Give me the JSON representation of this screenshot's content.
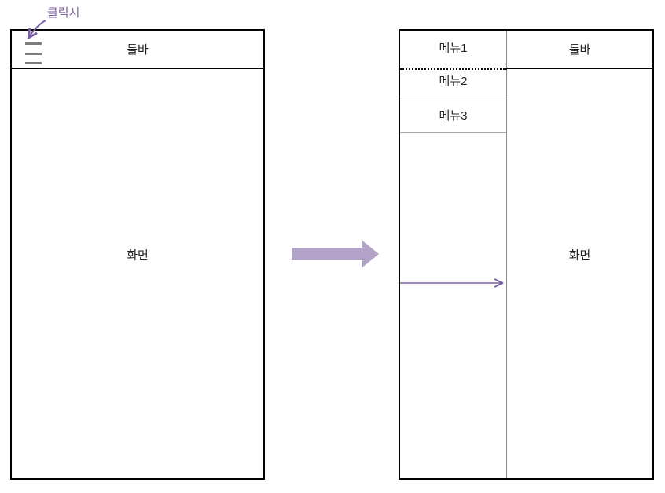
{
  "annotation": {
    "label": "클릭시",
    "arrow_icon": "curved-arrow-down-left"
  },
  "transition": {
    "arrow_icon": "right-block-arrow"
  },
  "before_panel": {
    "toolbar": {
      "menu_icon": "hamburger-menu-icon",
      "title": "툴바"
    },
    "screen_label": "화면"
  },
  "after_panel": {
    "drawer": {
      "menu_items": [
        "메뉴1",
        "메뉴2",
        "메뉴3"
      ],
      "open_arrow_icon": "right-arrow"
    },
    "toolbar": {
      "title": "툴바"
    },
    "screen_label": "화면"
  },
  "colors": {
    "accent_purple": "#7C5FA6",
    "light_purple": "#B3A2C7",
    "hamburger_gray": "#7F7F7F",
    "cell_border_gray": "#A6A6A6",
    "divider_gray": "#8C8C8C",
    "outline_black": "#000000"
  }
}
